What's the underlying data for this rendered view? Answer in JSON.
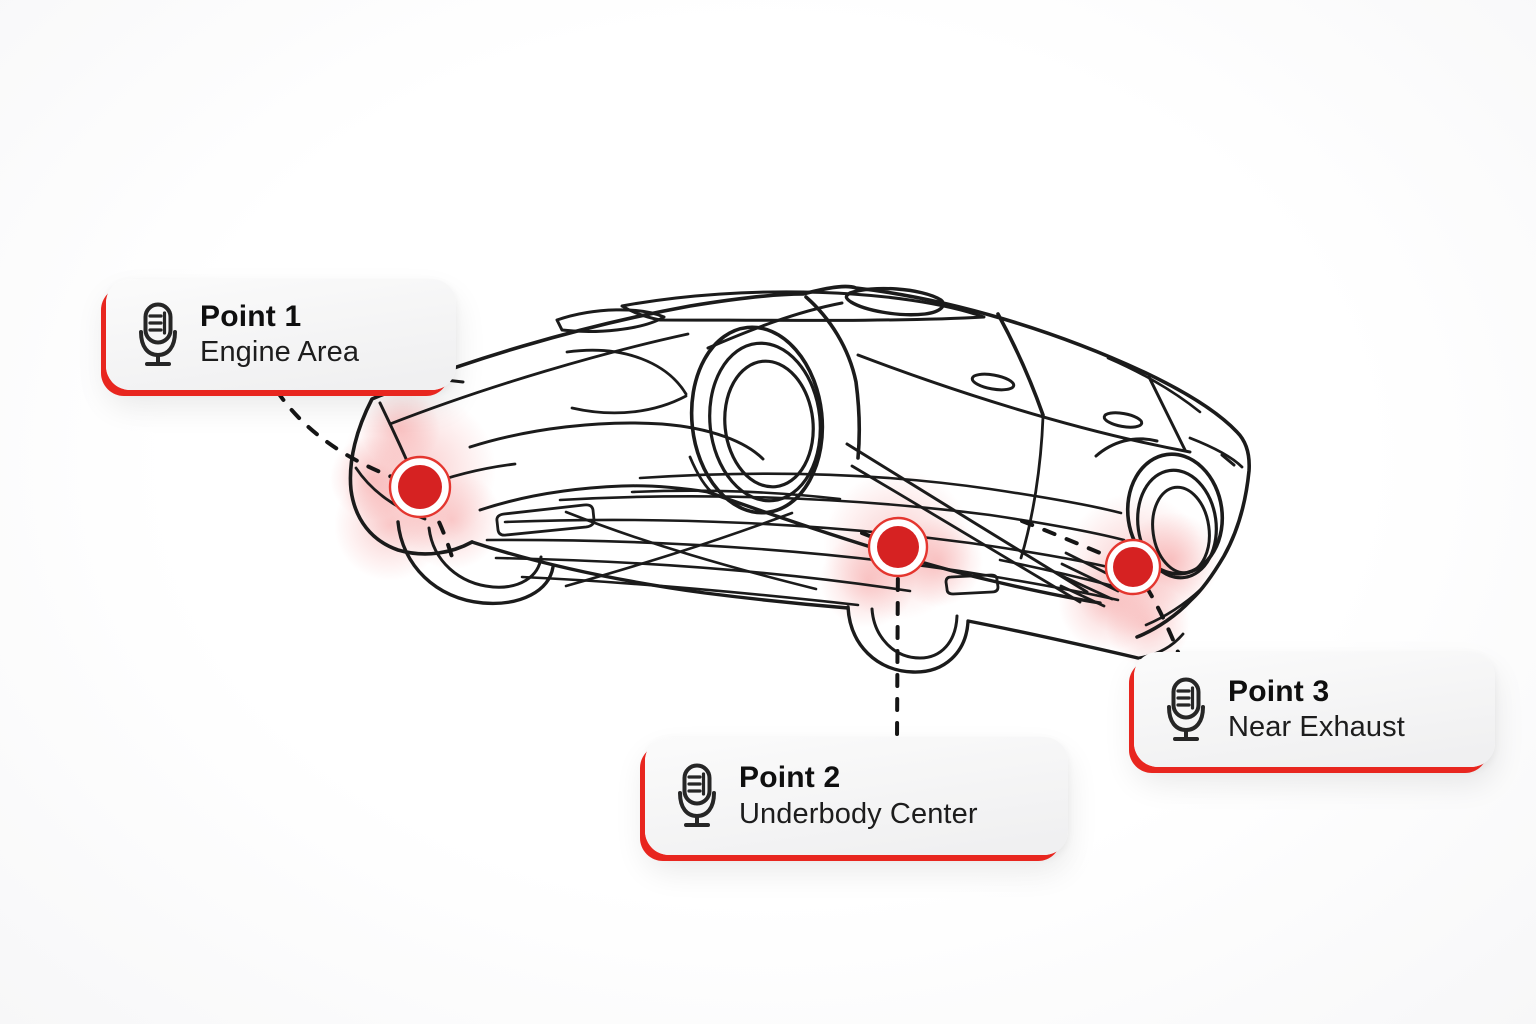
{
  "diagram": {
    "subject": "car-underbody-line-art",
    "accent_color": "#e8261f",
    "marker_color": "#d62222",
    "line_color": "#1b1b1b",
    "glow_color": "#f07070",
    "points": [
      {
        "title": "Point 1",
        "subtitle": "Engine Area",
        "icon": "microphone-icon"
      },
      {
        "title": "Point 2",
        "subtitle": "Underbody Center",
        "icon": "microphone-icon"
      },
      {
        "title": "Point 3",
        "subtitle": "Near Exhaust",
        "icon": "microphone-icon"
      }
    ]
  }
}
